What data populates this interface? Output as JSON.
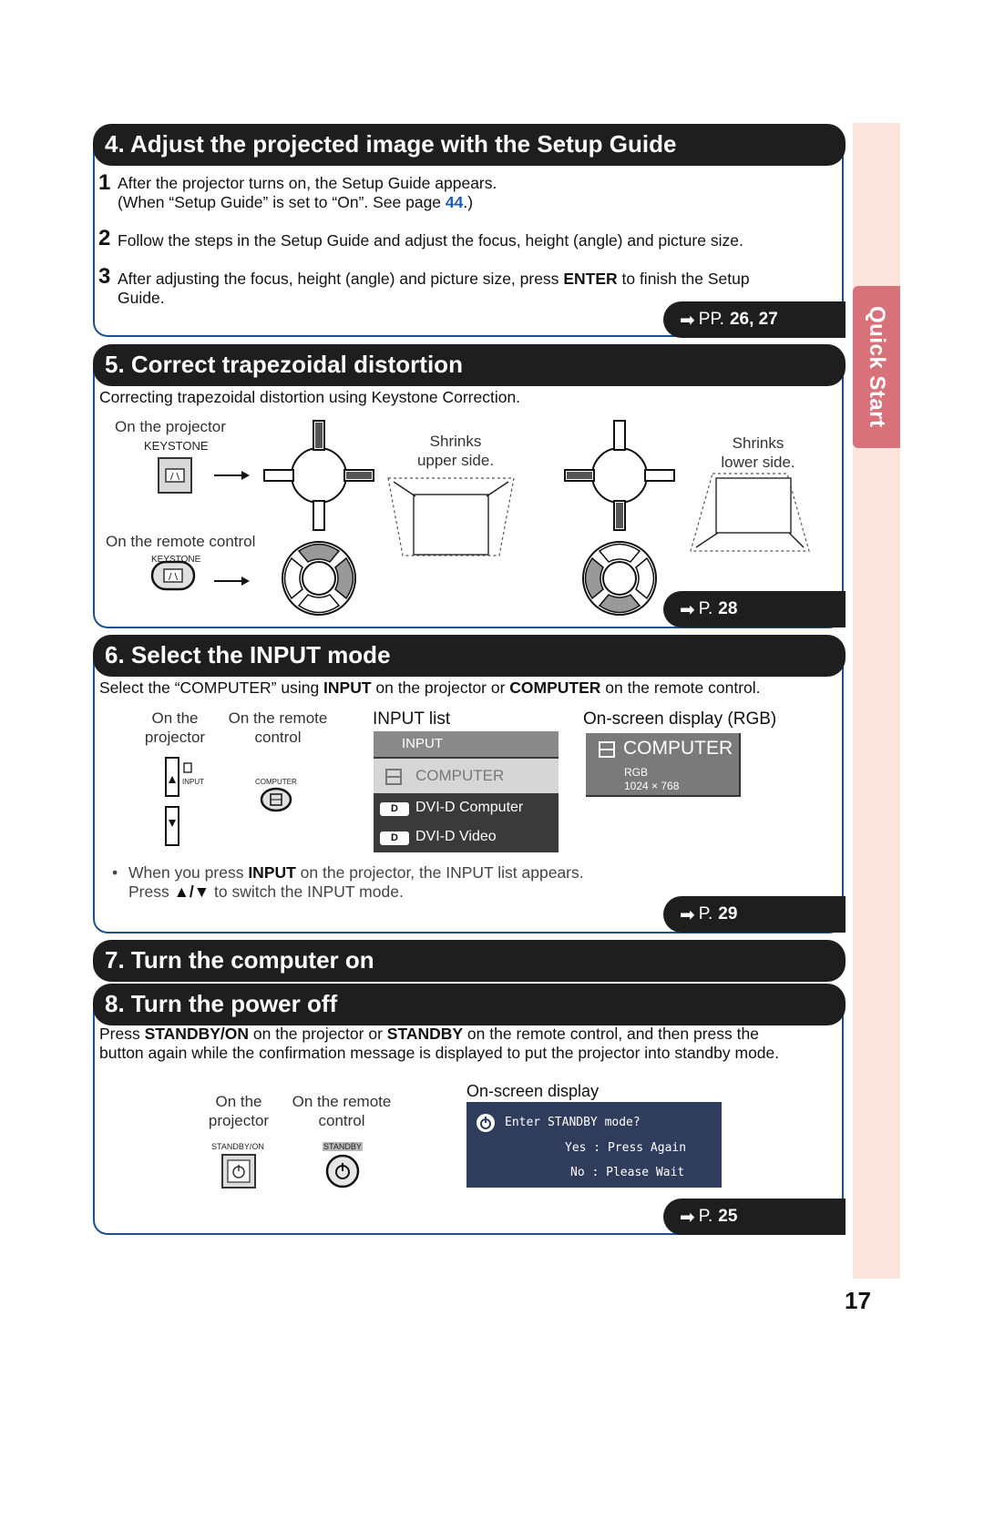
{
  "sidebar": {
    "tab_label": "Quick Start"
  },
  "page_number": "17",
  "section4": {
    "title": "4. Adjust the projected image with the Setup Guide",
    "step1_num": "1",
    "step1_line1": "After the projector turns on, the Setup Guide appears.",
    "step1_line2_pre": "(When “Setup Guide” is set to “On”.  See page ",
    "step1_link": "44",
    "step1_line2_post": ".)",
    "step2_num": "2",
    "step2_text": "Follow the steps in the Setup Guide and adjust the focus, height (angle) and picture size.",
    "step3_num": "3",
    "step3_pre": "After adjusting the focus, height (angle) and picture size, press ",
    "step3_bold": "ENTER",
    "step3_post": " to finish the Setup",
    "step3_line2": "Guide.",
    "ref_prefix": "PP.",
    "ref_pages": "26, 27"
  },
  "section5": {
    "title": "5. Correct trapezoidal distortion",
    "intro": "Correcting trapezoidal distortion using Keystone Correction.",
    "on_projector": "On the projector",
    "keystone_label": "KEYSTONE",
    "on_remote": "On the remote control",
    "remote_keystone_label": "KEYSTONE",
    "shrinks_upper_1": "Shrinks",
    "shrinks_upper_2": "upper side.",
    "shrinks_lower_1": "Shrinks",
    "shrinks_lower_2": "lower side.",
    "ref_prefix": "P.",
    "ref_pages": "28"
  },
  "section6": {
    "title": "6. Select the INPUT mode",
    "intro_pre": "Select the “COMPUTER” using ",
    "intro_b1": "INPUT",
    "intro_mid": " on the projector or ",
    "intro_b2": "COMPUTER",
    "intro_post": " on the remote control.",
    "on_projector_1": "On the",
    "on_projector_2": "projector",
    "on_remote_1": "On the remote",
    "on_remote_2": "control",
    "input_small": "INPUT",
    "computer_small": "COMPUTER",
    "input_list_title": "INPUT list",
    "input_list_header": "INPUT",
    "input_list_items": [
      "COMPUTER",
      "DVI-D Computer",
      "DVI-D Video"
    ],
    "dvi_badge": "D",
    "osd_title": "On-screen display (RGB)",
    "osd_name": "COMPUTER",
    "osd_signal": "RGB",
    "osd_resolution": "1024 × 768",
    "bullet": "•",
    "note_pre": "When you press ",
    "note_bold": "INPUT",
    "note_post": " on the projector, the INPUT list appears.",
    "note_line2_pre": "Press ",
    "note_line2_bold": "▲/▼",
    "note_line2_post": " to switch the INPUT mode.",
    "ref_prefix": "P.",
    "ref_pages": "29"
  },
  "section7": {
    "title": "7. Turn the computer on"
  },
  "section8": {
    "title": "8. Turn the power off",
    "line1_pre": "Press ",
    "line1_b1": "STANDBY/ON",
    "line1_mid": " on the projector or ",
    "line1_b2": "STANDBY",
    "line1_post": " on the remote control, and then press the",
    "line2": "button again while the confirmation message is displayed to put the projector into standby mode.",
    "on_projector_1": "On the",
    "on_projector_2": "projector",
    "on_remote_1": "On the remote",
    "on_remote_2": "control",
    "standby_on_label": "STANDBY/ON",
    "standby_label": "STANDBY",
    "osd_title": "On-screen display",
    "osd_line1": "Enter STANDBY mode?",
    "osd_line2": "Yes : Press Again",
    "osd_line3": "No : Please Wait",
    "ref_prefix": "P.",
    "ref_pages": "25"
  },
  "colors": {
    "header_bg": "#1e1e1e",
    "border_blue": "#1f4f8f",
    "side_tab": "#d8727a",
    "side_strip": "#fbe5dc",
    "link_blue": "#1f5aa6",
    "osd_navy": "#2f3c5c"
  }
}
